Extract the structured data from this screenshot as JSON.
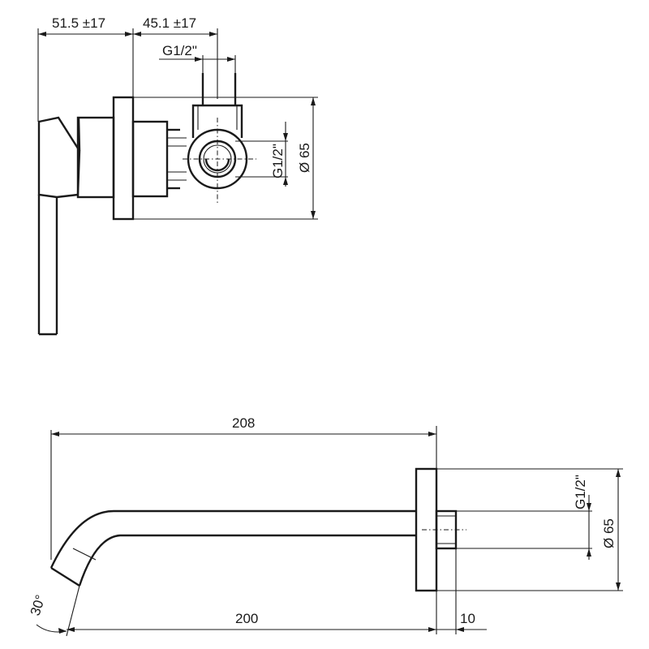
{
  "top_view": {
    "dim_left": "51.5 ±17",
    "dim_right": "45.1 ±17",
    "thread_top": "G1/2\"",
    "thread_side": "G1/2\"",
    "diameter": "Ø 65"
  },
  "bottom_view": {
    "length_total": "208",
    "length_spout": "200",
    "plate_thickness": "10",
    "angle": "30°",
    "thread": "G1/2\"",
    "diameter": "Ø 65"
  }
}
